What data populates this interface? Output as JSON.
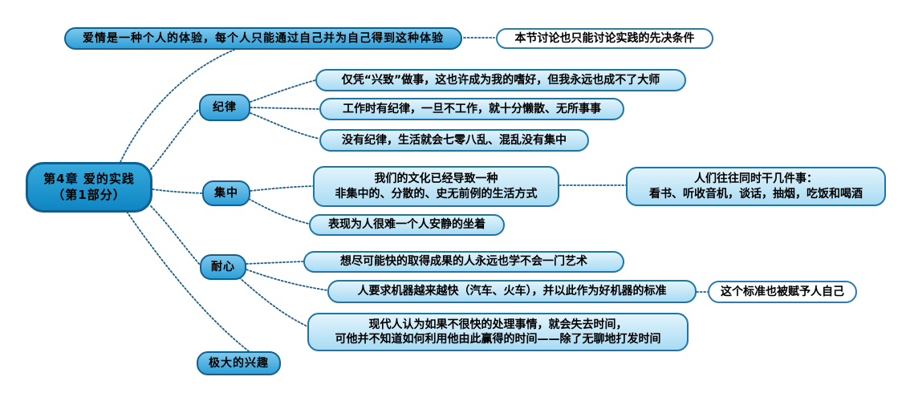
{
  "title": "第4章 爱的实践（第1部分）",
  "colors": {
    "root_fill": "#0f86c3",
    "branch_fill": "#2f9fd8",
    "leaf_fill": "#a9dbf3",
    "note_fill": "#fdfeff",
    "node_border": "#10618f",
    "connector": "#1d5e8d"
  },
  "mindmap": {
    "root": {
      "label": "第4章 爱的实践\n（第1部分）"
    },
    "top_branch": {
      "label": "爱情是一种个人的体验，每个人只能通过自己并为自己得到这种体验",
      "note": "本节讨论也只能讨论实践的先决条件"
    },
    "discipline": {
      "label": "纪律",
      "items": [
        "仅凭“兴致”做事，这也许成为我的嗜好，但我永远也成不了大师",
        "工作时有纪律，一旦不工作，就十分懒散、无所事事",
        "没有纪律，生活就会七零八乱、混乱没有集中"
      ]
    },
    "concentration": {
      "label": "集中",
      "lifestyle": "我们的文化已经导致一种\n非集中的、分散的、史无前例的生活方式",
      "lifestyle_note": "人们往往同时干几件事：\n看书、听收音机，谈话，抽烟，吃饭和喝酒",
      "sitting": "表现为人很难一个人安静的坐着"
    },
    "patience": {
      "label": "耐心",
      "art": "想尽可能快的取得成果的人永远也学不会一门艺术",
      "machine": "人要求机器越来越快（汽车、火车），并以此作为好机器的标准",
      "machine_note": "这个标准也被赋予人自己",
      "time": "现代人认为如果不很快的处理事情，就会失去时间，\n可他并不知道如何利用他由此赢得的时间——除了无聊地打发时间"
    },
    "interest": {
      "label": "极大的兴趣"
    }
  }
}
